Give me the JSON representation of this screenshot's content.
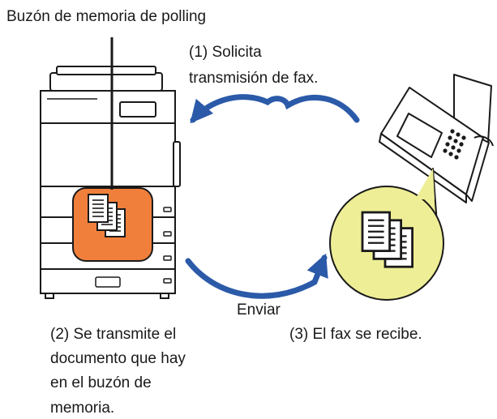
{
  "labels": {
    "polling_box": "Buzón de memoria de polling",
    "step1_line1": "(1) Solicita",
    "step1_line2": "transmisión de fax.",
    "send": "Enviar",
    "step2_lines": [
      "(2) Se transmite el",
      "documento que hay",
      "en el buzón de",
      "memoria."
    ],
    "step3": "(3) El fax se recibe."
  },
  "colors": {
    "arrow": "#2b5aa8",
    "memory_box": "#f07f3c",
    "received_circle": "#eeee96",
    "outline": "#1a1a1a"
  },
  "icons": {
    "printer": "multifunction-printer-icon",
    "fax": "fax-machine-icon",
    "document": "document-stack-icon"
  }
}
